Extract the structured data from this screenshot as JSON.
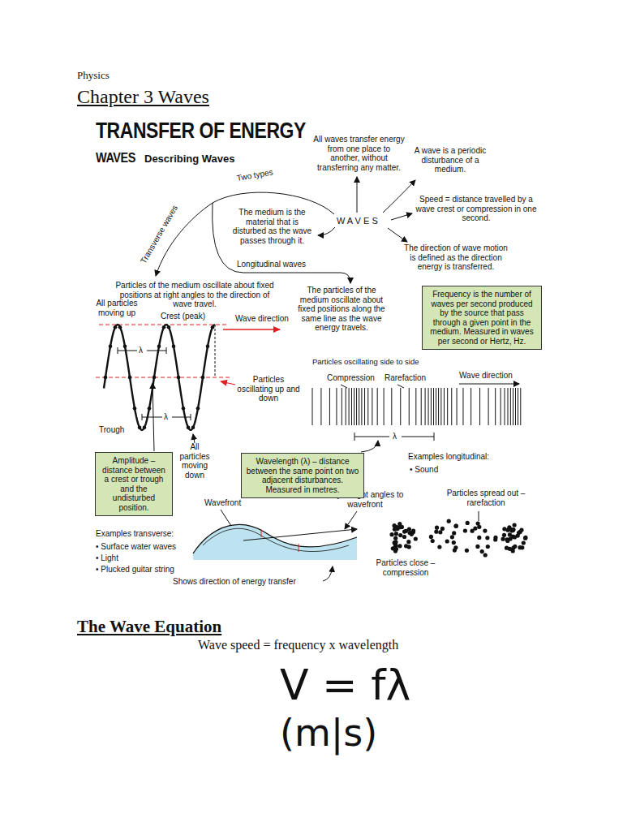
{
  "diagram": {
    "title": "Chapter 3 Waves",
    "nodes": [
      {
        "text": [
          "Frequency is the number of waves per second produced by the source that pass through a given point in the medium. Measured in waves per second or Hertz, Hz."
        ]
      },
      {
        "text": [
          "Amplitude – distance between a crest or trough and the undisturbed position."
        ]
      },
      {
        "text": [
          "Wavelength (λ) – distance between the same point on two adjacent disturbances. Measured in metres."
        ]
      }
    ],
    "labels": [
      "Physics",
      "TRANSFER OF ENERGY",
      "WAVES",
      "Describing Waves",
      "All waves transfer energy from one place to another, without transferring any matter.",
      "A wave is a periodic disturbance of a medium.",
      "Two types",
      "Transverse waves",
      "The medium is the material that is disturbed as the wave passes through it.",
      "W A V E S",
      "Speed = distance travelled by a wave crest or compression in one second.",
      "The direction of wave motion is defined as the direction energy is transferred.",
      "Longitudinal waves",
      "Particles of the medium oscillate about fixed positions at right angles to the direction of wave travel.",
      "The particles of the medium oscillate about fixed positions along the same line as the wave energy travels.",
      "All particles moving up",
      "Crest (peak)",
      "Wave direction",
      "λ",
      "Particles oscillating up and down",
      "Trough",
      "λ",
      "All particles moving down",
      "Particles oscillating side to side",
      "Compression",
      "Rarefaction",
      "Wave direction",
      "λ",
      "Examples longitudinal:",
      "• Sound",
      "Wavefront",
      "Ray at right angles to wavefront",
      "Particles spread out – rarefaction",
      "Examples transverse:",
      "• Surface water waves",
      "• Light",
      "• Plucked guitar string",
      "Particles close – compression",
      "Shows direction of energy transfer",
      "The Wave Equation",
      "Wave speed = frequency x wavelength",
      "V = fλ",
      "(m|s)"
    ]
  }
}
